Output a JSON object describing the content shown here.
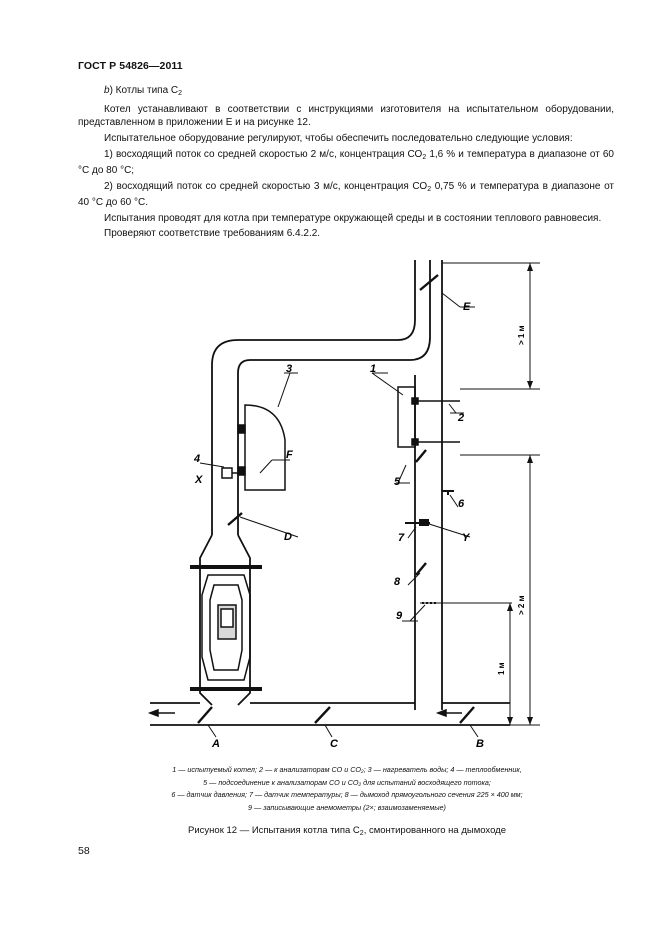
{
  "header": {
    "standard": "ГОСТ Р 54826—2011"
  },
  "body": {
    "p1_prefix": "b",
    "p1_text": ") Котлы типа С",
    "p1_sub": "2",
    "p2": "Котел устанавливают в соответствии с инструкциями изготовителя на испытательном оборудовании, представленном в приложении Е и на рисунке 12.",
    "p3": "Испытательное оборудование регулируют, чтобы обеспечить последовательно следующие условия:",
    "p4_a": "1) восходящий поток со средней скоростью 2 м/с, концентрация СО",
    "p4_sub": "2",
    "p4_b": " 1,6 % и температура в диапазоне от 60 °С до 80 °С;",
    "p5_a": "2) восходящий поток со средней скоростью 3 м/с, концентрация СО",
    "p5_sub": "2",
    "p5_b": " 0,75 % и температура в диапазоне от 40 °С до 60 °С.",
    "p6": "Испытания проводят для котла при температуре окружающей среды и в состоянии теплового равновесия.",
    "p7": "Проверяют соответствие требованиям 6.4.2.2."
  },
  "figure": {
    "labels": {
      "n1": "1",
      "n2": "2",
      "n3": "3",
      "n4": "4",
      "n5": "5",
      "n6": "6",
      "n7": "7",
      "n8": "8",
      "n9": "9",
      "A": "A",
      "B": "B",
      "C": "C",
      "D": "D",
      "E": "E",
      "F": "F",
      "X": "X",
      "Y": "Y"
    },
    "dims": {
      "gt1m": "> 1 м",
      "gt2m": "> 2 м",
      "m1": "1 м"
    }
  },
  "legend": {
    "line1": "1 — испытуемый котел; 2 — к анализаторам СО и СО₂; 3 — нагреватель воды; 4 — теплообменник,",
    "line2": "5 — подсоединение к анализаторам СО и СО₂ для испытаний восходящего потока;",
    "line3": "6 — датчик давления; 7 — датчик температуры; 8 — дымоход прямоугольного сечения 225 × 400 мм;",
    "line4": "9 — записывающие анемометры (2×; взаимозаменяемые)"
  },
  "caption": {
    "text_a": "Рисунок 12 — Испытания котла типа С",
    "text_sub": "2",
    "text_b": ", смонтированного на дымоходе"
  },
  "page_number": "58"
}
